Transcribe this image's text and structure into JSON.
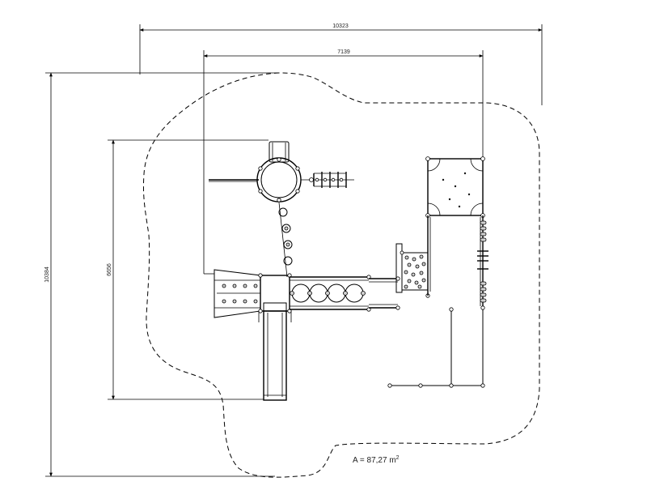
{
  "dimensions": {
    "overall_width": "10323",
    "structure_width": "7139",
    "overall_height": "10384",
    "structure_height": "6656"
  },
  "area": {
    "label": "A = 87,27 m",
    "unit_superscript": "2"
  }
}
